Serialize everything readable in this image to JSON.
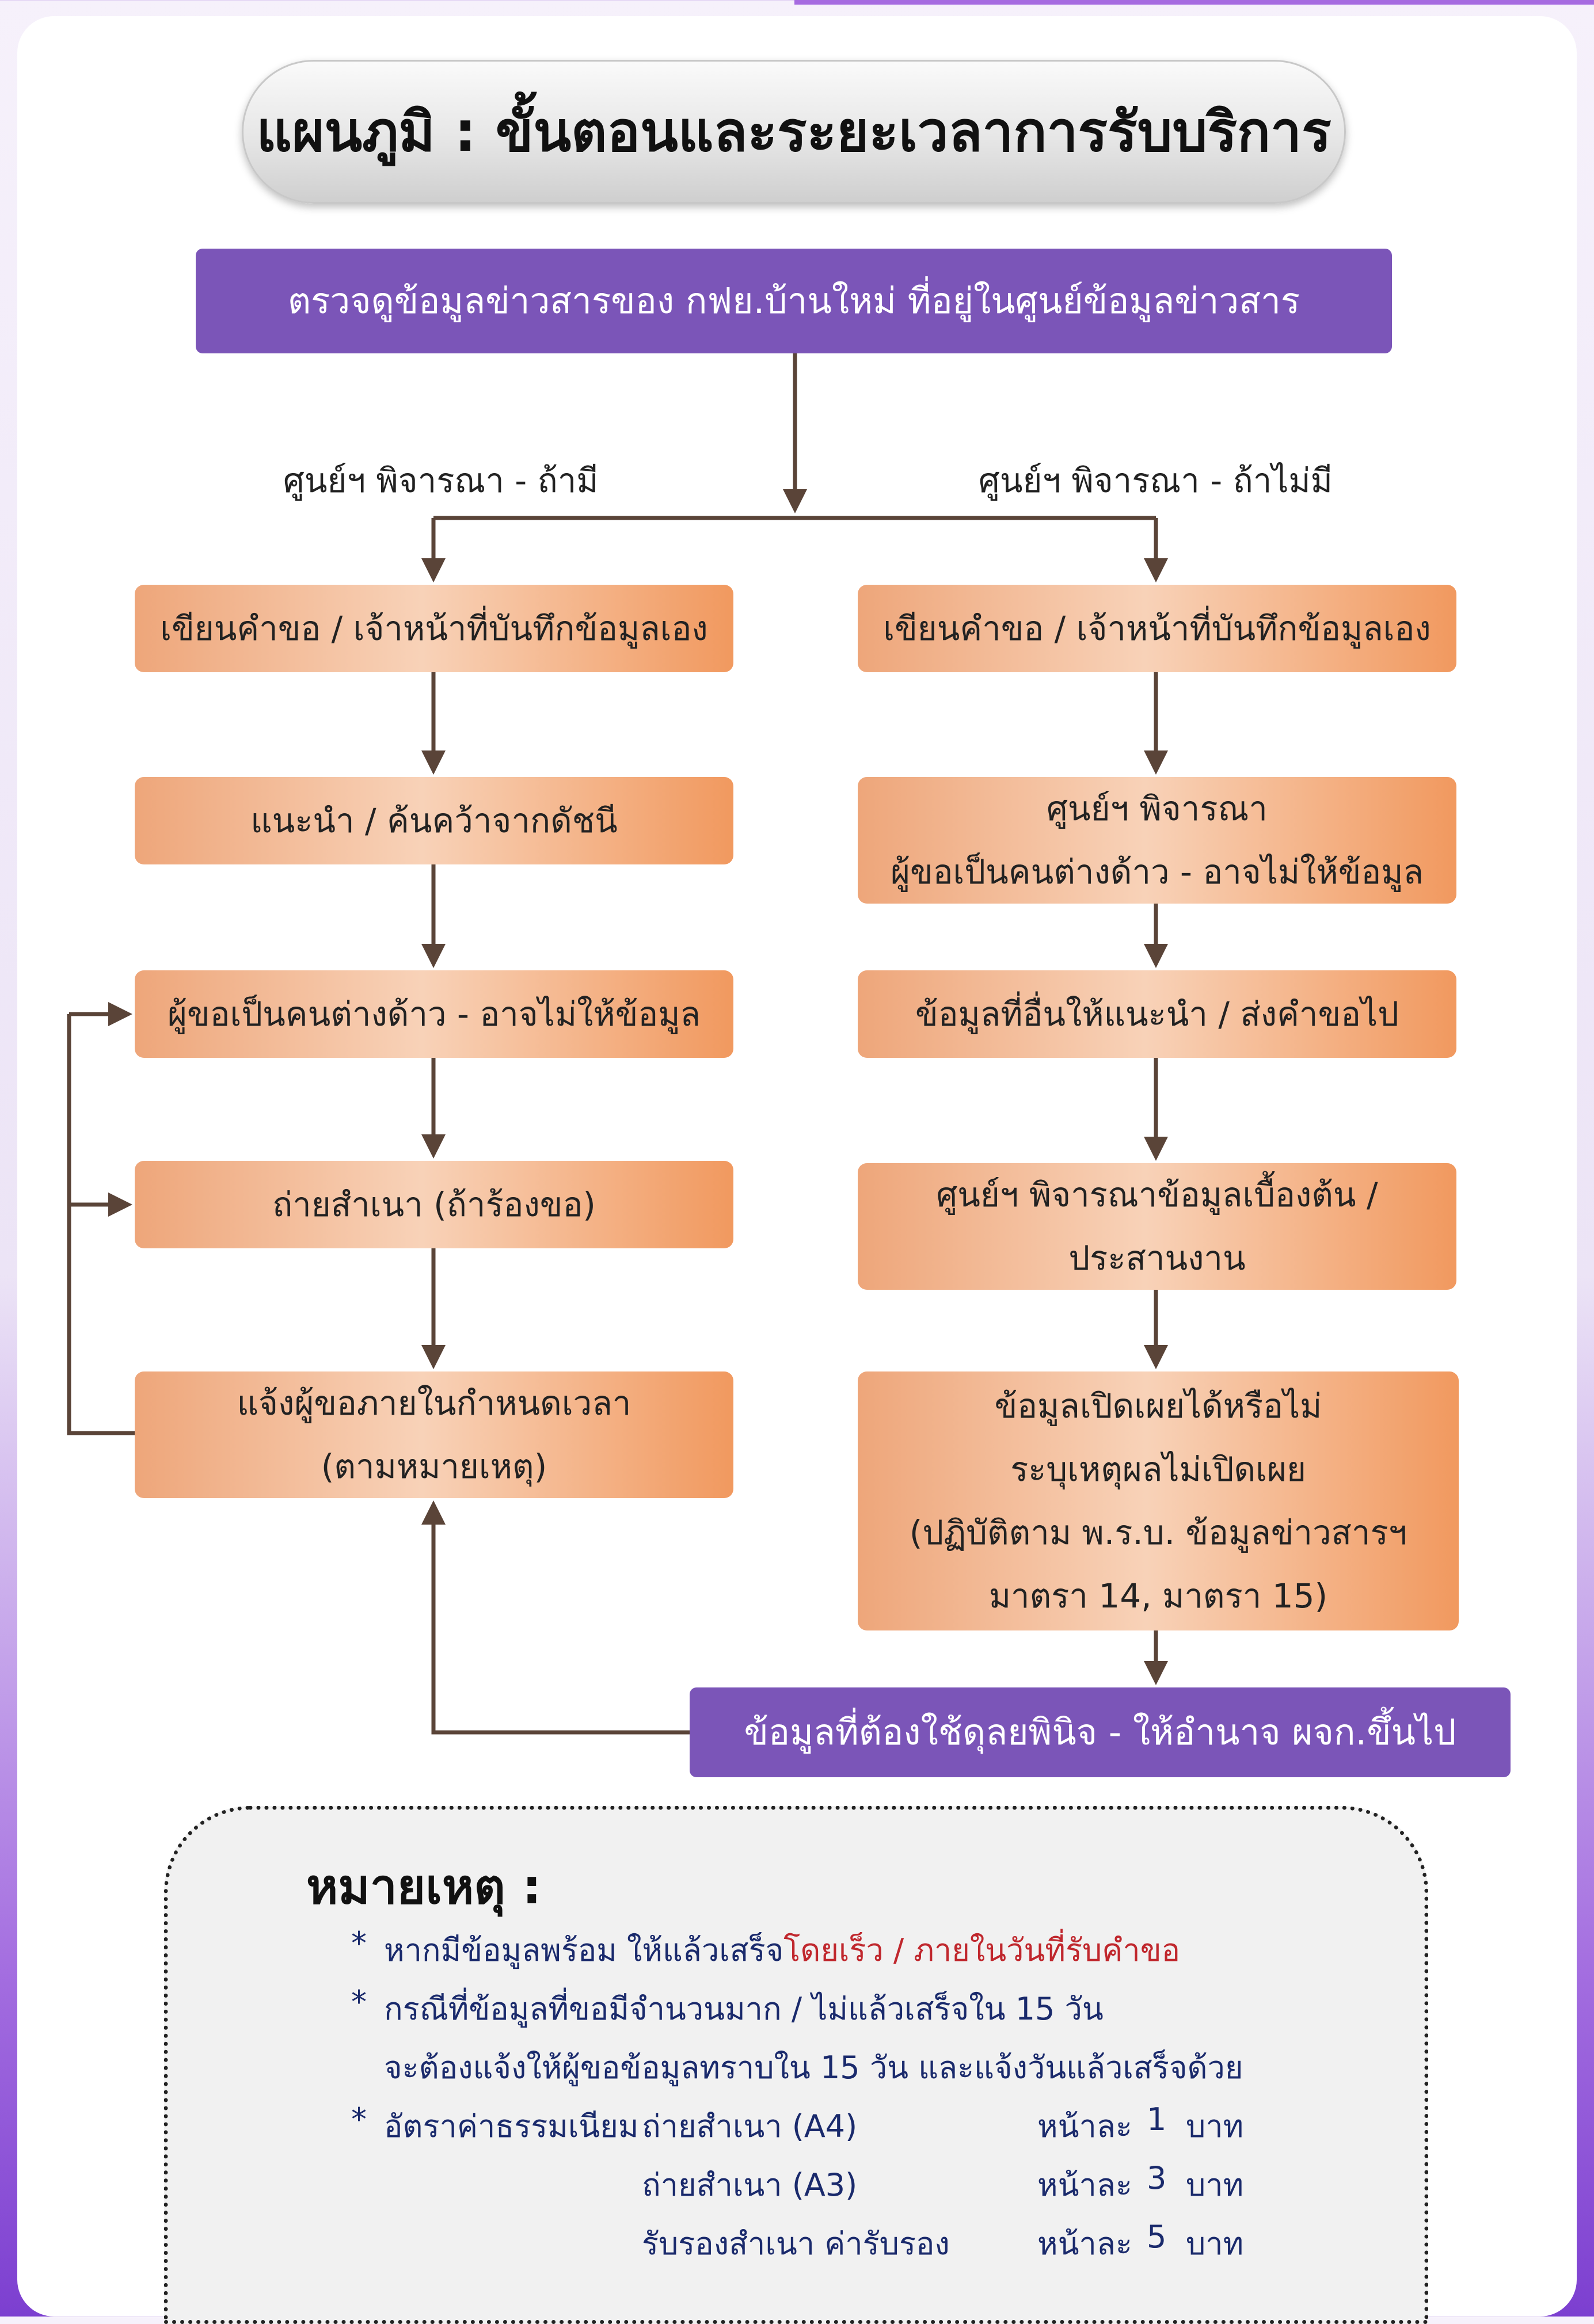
{
  "title": "แผนภูมิ : ขั้นตอนและระยะเวลาการรับบริการ",
  "start_box": "ตรวจดูข้อมูลข่าวสารของ กฟย.บ้านใหม่ ที่อยู่ในศูนย์ข้อมูลข่าวสาร",
  "branch_left_label": "ศูนย์ฯ พิจารณา - ถ้ามี",
  "branch_right_label": "ศูนย์ฯ พิจารณา - ถ้าไม่มี",
  "left_steps": [
    {
      "lines": [
        "เขียนคำขอ / เจ้าหน้าที่บันทึกข้อมูลเอง"
      ]
    },
    {
      "lines": [
        "แนะนำ / ค้นคว้าจากดัชนี"
      ]
    },
    {
      "lines": [
        "ผู้ขอเป็นคนต่างด้าว - อาจไม่ให้ข้อมูล"
      ]
    },
    {
      "lines": [
        "ถ่ายสำเนา (ถ้าร้องขอ)"
      ]
    },
    {
      "lines": [
        "แจ้งผู้ขอภายในกำหนดเวลา",
        "(ตามหมายเหตุ)"
      ]
    }
  ],
  "right_steps": [
    {
      "lines": [
        "เขียนคำขอ / เจ้าหน้าที่บันทึกข้อมูลเอง"
      ]
    },
    {
      "lines": [
        "ศูนย์ฯ พิจารณา",
        "ผู้ขอเป็นคนต่างด้าว - อาจไม่ให้ข้อมูล"
      ]
    },
    {
      "lines": [
        "ข้อมูลที่อื่นให้แนะนำ / ส่งคำขอไป"
      ]
    },
    {
      "lines": [
        "ศูนย์ฯ พิจารณาข้อมูลเบื้องต้น /",
        "ประสานงาน"
      ]
    },
    {
      "lines": [
        "ข้อมูลเปิดเผยได้หรือไม่",
        "ระบุเหตุผลไม่เปิดเผย",
        "(ปฏิบัติตาม พ.ร.บ. ข้อมูลข่าวสารฯ",
        "มาตรา 14, มาตรา 15)"
      ]
    }
  ],
  "discretion_box": "ข้อมูลที่ต้องใช้ดุลยพินิจ - ให้อำนาจ ผจก.ขึ้นไป",
  "note": {
    "title": "หมายเหตุ :",
    "bullet": "*",
    "line1_prefix": "หากมีข้อมูลพร้อม ให้แล้วเสร็จ",
    "line1_highlight": "โดยเร็ว / ภายในวันที่รับคำขอ",
    "line2": "กรณีที่ข้อมูลที่ขอมีจำนวนมาก / ไม่แล้วเสร็จใน 15 วัน",
    "line3": "จะต้องแจ้งให้ผู้ขอข้อมูลทราบใน 15 วัน และแจ้งวันแล้วเสร็จด้วย",
    "fee_label": "อัตราค่าธรรมเนียม",
    "fees": [
      {
        "item": "ถ่ายสำเนา (A4)",
        "per": "หน้าละ",
        "amount": "1",
        "unit": "บาท"
      },
      {
        "item": "ถ่ายสำเนา (A3)",
        "per": "หน้าละ",
        "amount": "3",
        "unit": "บาท"
      },
      {
        "item": "รับรองสำเนา ค่ารับรอง",
        "per": "หน้าละ",
        "amount": "5",
        "unit": "บาท"
      }
    ]
  },
  "colors": {
    "purple": "#7b55b8",
    "orange_light": "#f8d2b8",
    "orange_dark": "#f1995f",
    "arrow": "#5a4438",
    "highlight_red": "#c0272d",
    "note_text": "#1a2a6c"
  }
}
